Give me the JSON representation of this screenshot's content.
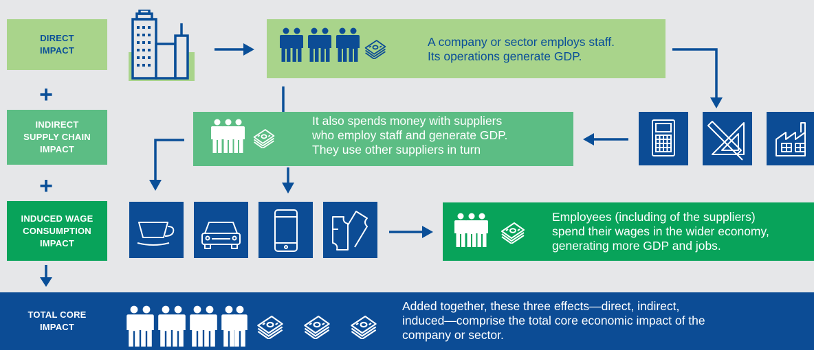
{
  "rows": {
    "direct": {
      "label_lines": [
        "DIRECT",
        "IMPACT"
      ],
      "text_lines": [
        "A company or sector employs staff.",
        "Its operations generate GDP."
      ]
    },
    "indirect": {
      "label_lines": [
        "INDIRECT",
        "SUPPLY CHAIN",
        "IMPACT"
      ],
      "text_lines": [
        "It also spends money with suppliers",
        "who employ staff and generate GDP.",
        "They use other suppliers in turn"
      ]
    },
    "induced": {
      "label_lines": [
        "INDUCED WAGE",
        "CONSUMPTION",
        "IMPACT"
      ],
      "text_lines": [
        "Employees (including of the suppliers)",
        "spend their wages in the wider economy,",
        "generating more GDP and jobs."
      ]
    },
    "total": {
      "label_lines": [
        "TOTAL CORE",
        "IMPACT"
      ],
      "text_lines": [
        "Added together, these three effects—direct, indirect,",
        "induced—comprise the total core economic impact of the",
        "company or sector."
      ]
    }
  },
  "operators": {
    "plus": "+"
  },
  "icons": {
    "direct_building": "office-building-icon",
    "people": "people-icon",
    "money": "money-stack-icon",
    "supplier_tiles": [
      "calculator-icon",
      "drafting-tools-icon",
      "factory-icon"
    ],
    "consumption_tiles": [
      "coffee-cup-icon",
      "car-icon",
      "smartphone-icon",
      "tickets-icon"
    ]
  },
  "colors": {
    "background": "#e6e7e9",
    "direct_green": "#a9d48b",
    "indirect_green": "#5cbd84",
    "induced_green": "#08a35a",
    "navy": "#0c4c95",
    "arrow_blue": "#0a4f98"
  }
}
